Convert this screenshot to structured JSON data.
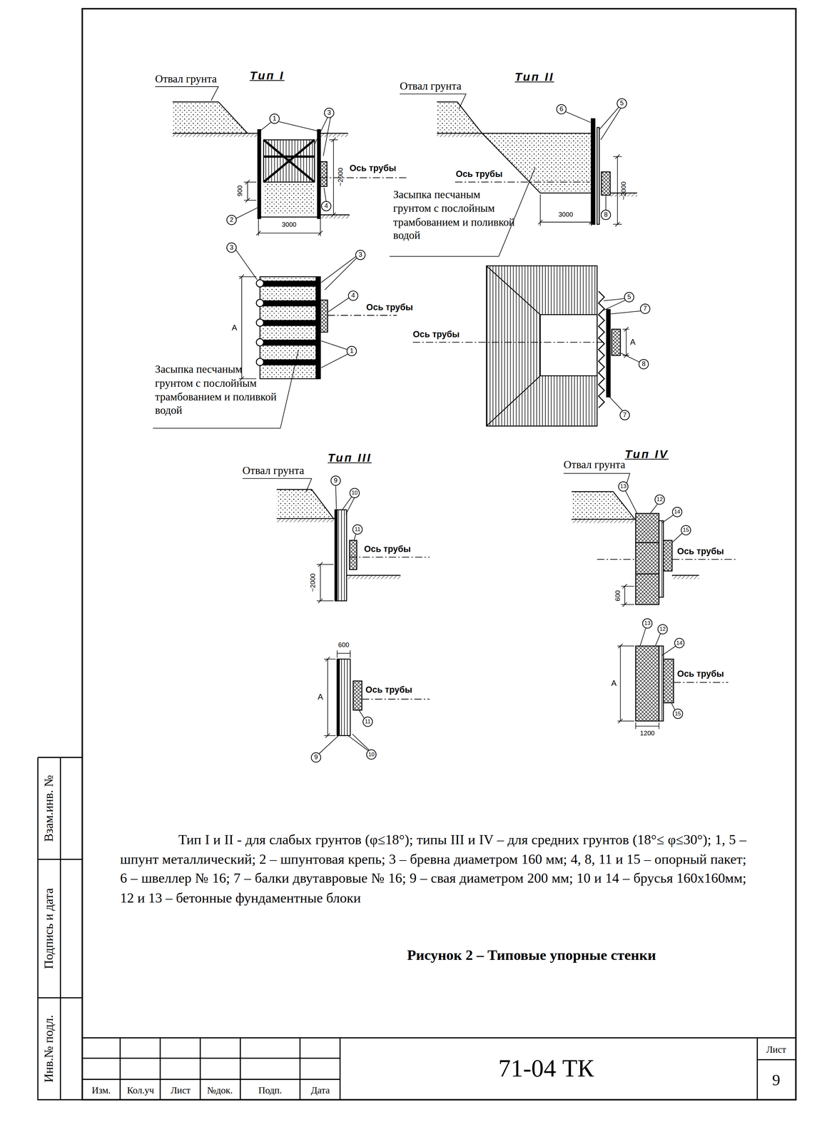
{
  "diagram": {
    "caption": "Рисунок 2 – Типовые упорные стенки",
    "labels": [
      "Отвал грунта",
      "Тип I",
      "1",
      "3",
      "Ось трубы",
      "4",
      "900",
      "~2000",
      "2",
      "3000",
      "3",
      "3",
      "A",
      "4",
      "Ось трубы",
      "1",
      "Засыпка песчаным грунтом с послойным трамбованием и поливкой водой",
      "Отвал грунта",
      "Тип II",
      "6",
      "5",
      "Ось трубы",
      "Засыпка песчаным грунтом с послойным трамбованием и поливкой водой",
      "~2000",
      "8",
      "3000",
      "5",
      "7",
      "A",
      "Ось трубы",
      "8",
      "7",
      "Тип III",
      "Отвал грунта",
      "9",
      "10",
      "11",
      "Ось трубы",
      "~2000",
      "600",
      "A",
      "Ось трубы",
      "11",
      "9",
      "10",
      "Тип IV",
      "Отвал грунта",
      "13",
      "12",
      "14",
      "15",
      "Ось трубы",
      "600",
      "13",
      "12",
      "14",
      "A",
      "Ось трубы",
      "15",
      "1200",
      "Тип I и II - для слабых грунтов (φ≤18°); типы III и IV – для средних грунтов (18°≤ φ≤30°); 1, 5 – шпунт металлический; 2 – шпунтовая крепь; 3 – бревна диаметром 160 мм; 4, 8, 11 и 15 – опорный пакет; 6 – швеллер № 16; 7 – балки двутавровые № 16; 9 – свая диаметром 200 мм; 10 и 14 – брусья 160х160мм; 12 и 13 – бетонные фундаментные блоки",
      "Взам.инв. №",
      "Подпись и дата",
      "Инв.№ подл.",
      "Изм.",
      "Кол.уч",
      "Лист",
      "№док.",
      "Подп.",
      "Дата",
      "71-04 ТК",
      "Лист",
      "9"
    ]
  }
}
